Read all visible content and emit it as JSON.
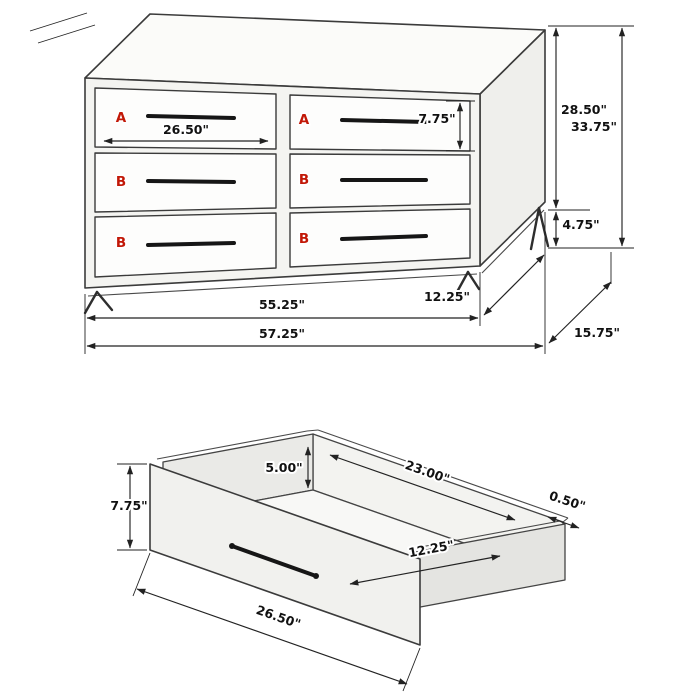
{
  "drawing": {
    "type": "furniture-dimension-diagram",
    "subject": "6-drawer dresser with drawer detail"
  },
  "colors": {
    "background": "#ffffff",
    "outline": "#3b3b3b",
    "dimension_line": "#222222",
    "drawer_label": "#c21807"
  },
  "dresser_view": {
    "drawers": [
      {
        "label": "A"
      },
      {
        "label": "A"
      },
      {
        "label": "B"
      },
      {
        "label": "B"
      },
      {
        "label": "B"
      },
      {
        "label": "B"
      }
    ],
    "dims": {
      "drawer_width": "26.50\"",
      "drawer_height": "7.75\"",
      "case_height": "28.50\"",
      "overall_height": "33.75\"",
      "leg_height": "4.75\"",
      "body_width": "55.25\"",
      "body_depth": "12.25\"",
      "overall_width": "57.25\"",
      "overall_depth": "15.75\""
    }
  },
  "drawer_detail": {
    "dims": {
      "front_height": "7.75\"",
      "inner_height": "5.00\"",
      "inner_width": "23.00\"",
      "inner_depth": "12.25\"",
      "side_thickness": "0.50\"",
      "front_width": "26.50\""
    }
  }
}
